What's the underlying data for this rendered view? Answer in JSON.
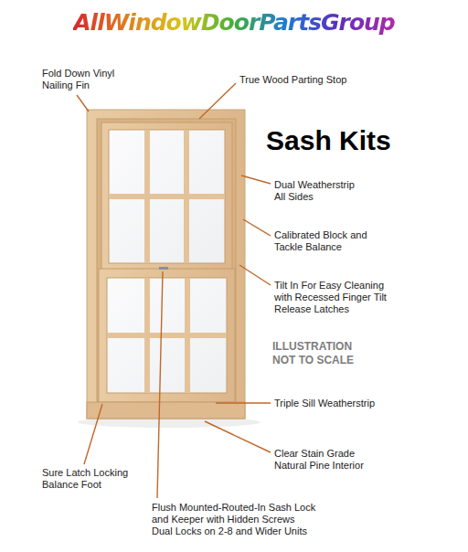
{
  "diagram": {
    "title": "Sash Kits",
    "labels": [
      "AllWindowDoorPartsGroup",
      "Fold Down Vinyl Nailing Fin",
      "True Wood Parting Stop",
      "Dual Weatherstrip All Sides",
      "Calibrated Block and Tackle Balance",
      "Tilt In For Easy Cleaning with Recessed Finger Tilt Release Latches",
      "ILLUSTRATION NOT TO SCALE",
      "Triple Sill Weatherstrip",
      "Clear Stain Grade Natural Pine Interior",
      "Sure Latch Locking Balance Foot",
      "Flush Mounted-Routed-In Sash Lock and Keeper with Hidden Screws",
      "Dual Locks on 2-8 and Wider Units"
    ]
  }
}
